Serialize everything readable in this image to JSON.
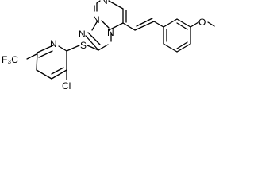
{
  "molecule": {
    "atoms": {
      "n1": "N",
      "n2": "N",
      "n3": "N",
      "n4": "N",
      "n5": "N",
      "s": "S",
      "cl": "Cl",
      "o": "O",
      "f3c": "F₃C"
    }
  }
}
